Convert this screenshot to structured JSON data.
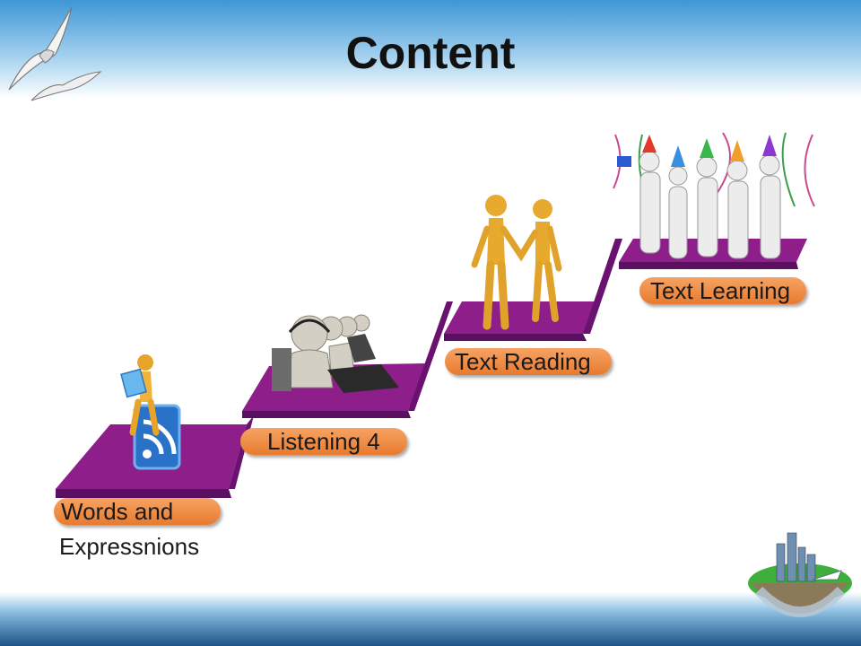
{
  "title": "Content",
  "steps": [
    {
      "label": "Words and",
      "label_line2": "Expressnions"
    },
    {
      "label": "Listening 4"
    },
    {
      "label": "Text Reading"
    },
    {
      "label": "Text Learning"
    }
  ],
  "colors": {
    "step_top": "#8e1e8a",
    "step_side": "#6a1270",
    "label_pill": "#f08a3c",
    "header_blue": "#4a9fda",
    "footer_blue": "#1a5488"
  },
  "icons": [
    "seagulls-icon",
    "reading-figure-icon",
    "rss-icon",
    "headset-workers-icon",
    "handshake-figures-icon",
    "party-figures-icon",
    "globe-city-icon"
  ]
}
